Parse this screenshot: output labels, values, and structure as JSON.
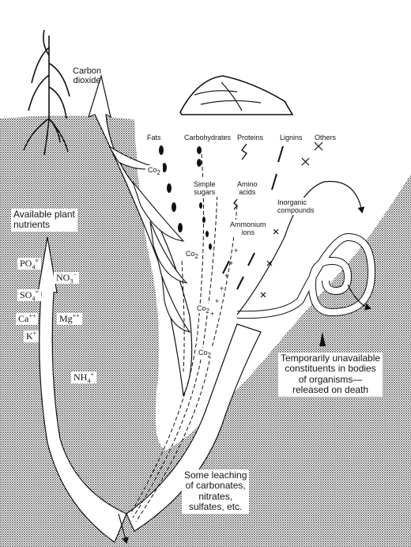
{
  "colors": {
    "soil_dots": "#1a1a1a",
    "background": "#ffffff",
    "ink": "#111111"
  },
  "icons": [
    "corn-plant-icon",
    "plant-residue-mound-icon"
  ],
  "labels": {
    "carbon_dioxide": [
      "Carbon",
      "dioxide"
    ],
    "fats": "Fats",
    "carbohydrates": "Carbohydrates",
    "proteins": "Proteins",
    "lignins": "Lignins",
    "others": "Others",
    "simple_sugars": [
      "Simple",
      "sugars"
    ],
    "amino_acids": [
      "Amino",
      "acids"
    ],
    "ammonium_ions": [
      "Ammonium",
      "ions"
    ],
    "inorganic_compounds": [
      "Inorganic",
      "compounds"
    ],
    "available_plant_nutrients": [
      "Available plant",
      "nutrients"
    ],
    "temporarily_unavailable": [
      "Temporarily unavailable",
      "constituents in bodies",
      "of organisms—",
      "released on death"
    ],
    "leaching": [
      "Some leaching",
      "of carbonates,",
      "nitrates,",
      "sulfates, etc."
    ]
  },
  "co2_labels": [
    {
      "base": "Co",
      "sub": "2"
    },
    {
      "base": "Co",
      "sub": "2"
    },
    {
      "base": "Co",
      "sub": "2"
    },
    {
      "base": "Co",
      "sub": "2"
    }
  ],
  "nutrients": [
    {
      "base": "PO",
      "sub": "4",
      "sup": "≡"
    },
    {
      "base": "NO",
      "sub": "3",
      "sup": "−"
    },
    {
      "base": "SO",
      "sub": "4",
      "sup": "="
    },
    {
      "base": "Ca",
      "sub": "",
      "sup": "++"
    },
    {
      "base": "Mg",
      "sub": "",
      "sup": "++"
    },
    {
      "base": "K",
      "sub": "",
      "sup": "+"
    },
    {
      "base": "NH",
      "sub": "4",
      "sup": "+"
    }
  ]
}
